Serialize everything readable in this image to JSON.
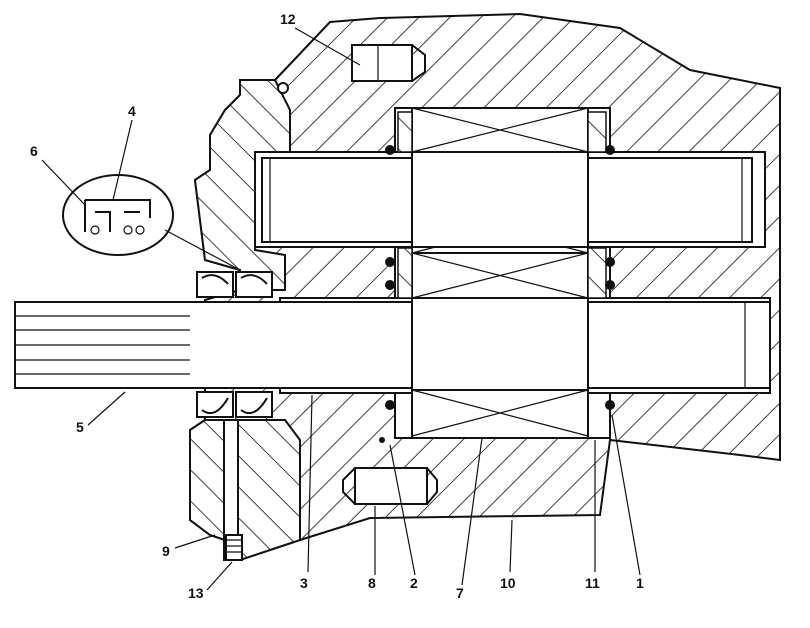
{
  "labels": [
    {
      "id": "label-12",
      "text": "12"
    },
    {
      "id": "label-4",
      "text": "4"
    },
    {
      "id": "label-6",
      "text": "6"
    },
    {
      "id": "label-5",
      "text": "5"
    },
    {
      "id": "label-9",
      "text": "9"
    },
    {
      "id": "label-13",
      "text": "13"
    },
    {
      "id": "label-3",
      "text": "3"
    },
    {
      "id": "label-8",
      "text": "8"
    },
    {
      "id": "label-2",
      "text": "2"
    },
    {
      "id": "label-7",
      "text": "7"
    },
    {
      "id": "label-10",
      "text": "10"
    },
    {
      "id": "label-11",
      "text": "11"
    },
    {
      "id": "label-1",
      "text": "1"
    }
  ]
}
